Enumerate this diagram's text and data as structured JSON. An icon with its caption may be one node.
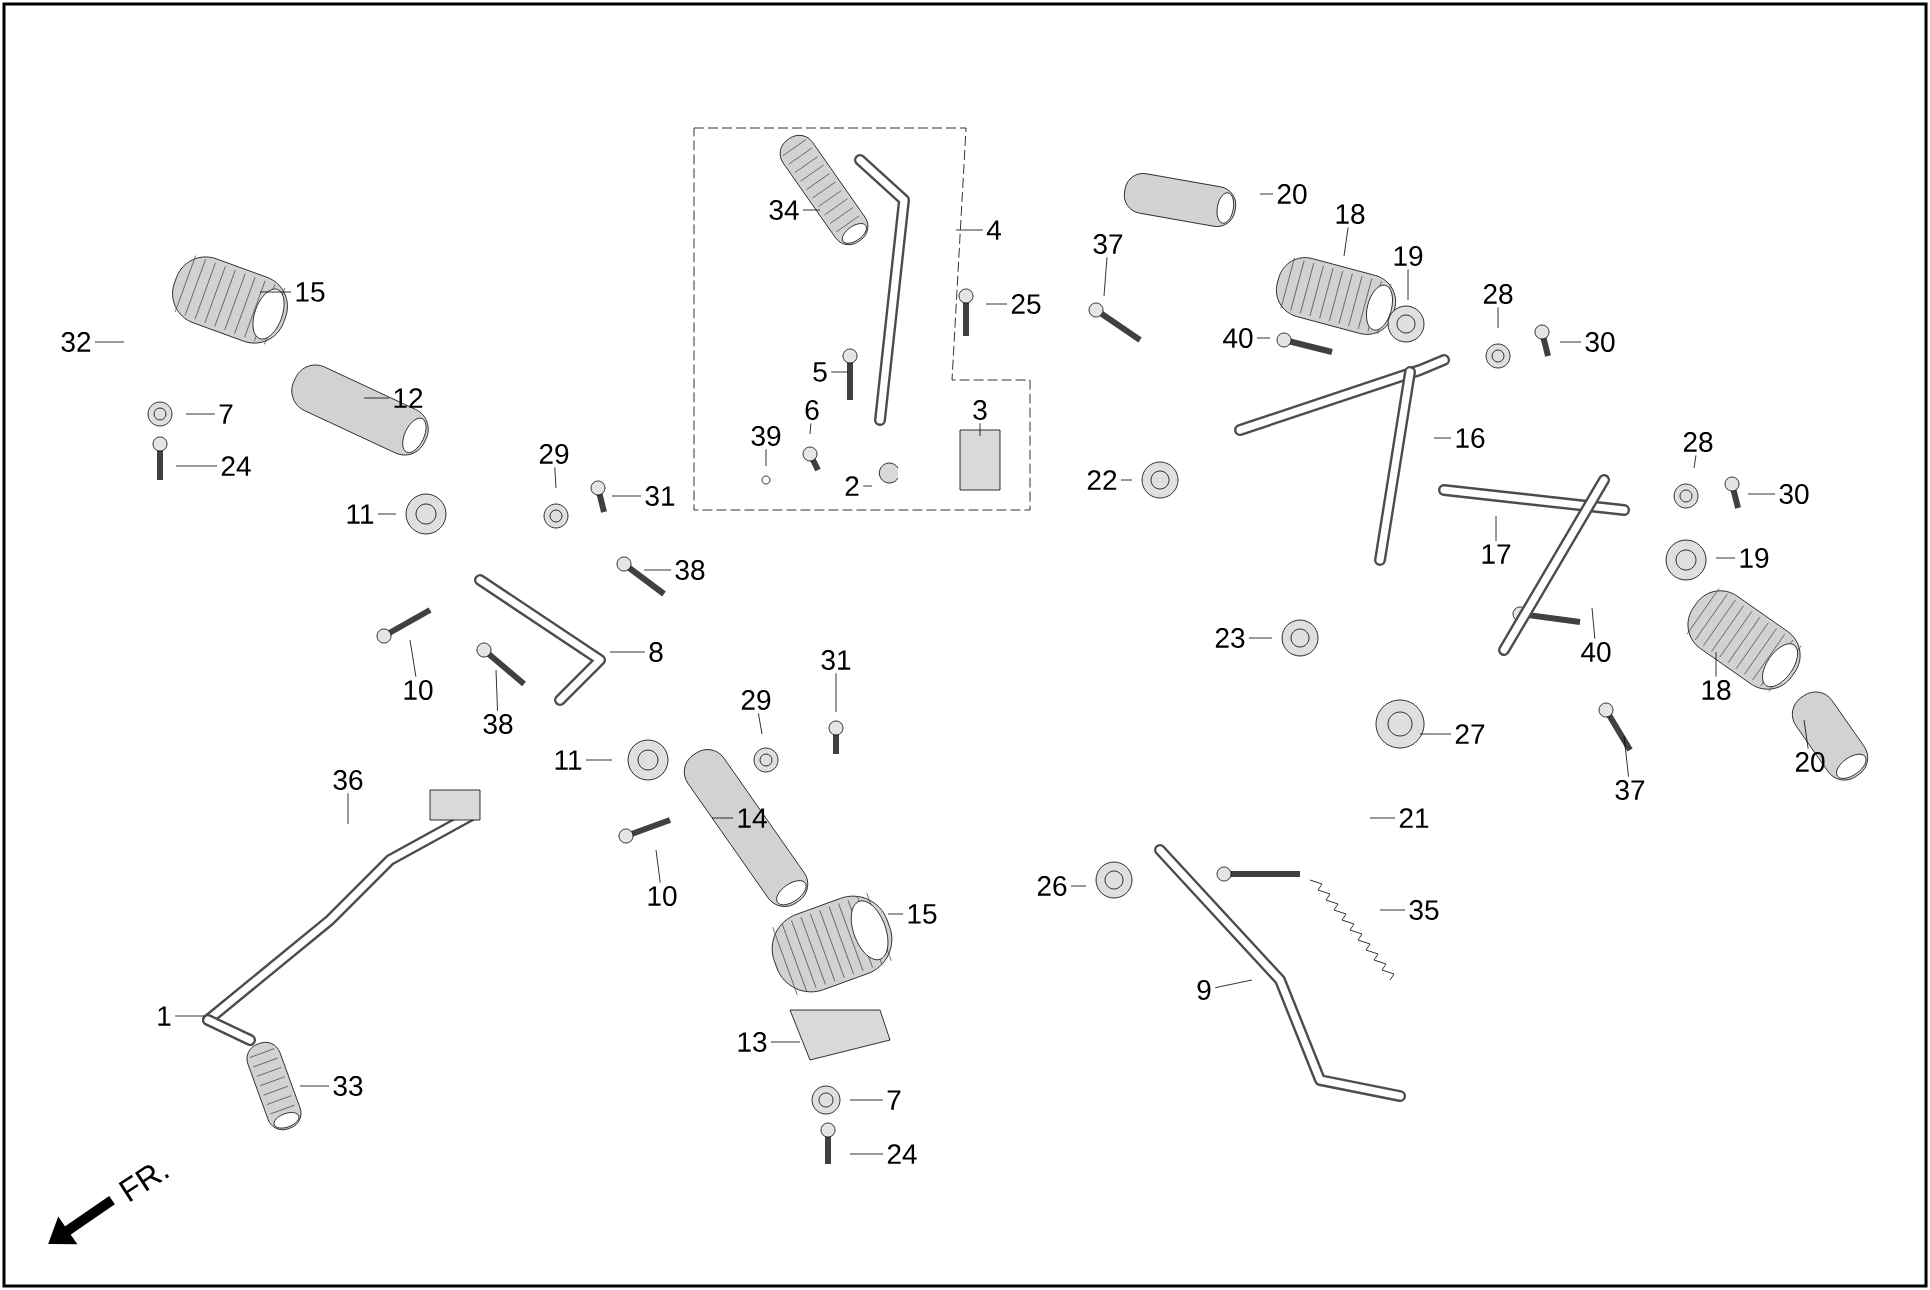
{
  "diagram": {
    "nodes": [
      {
        "text": [
          "15"
        ]
      },
      {
        "text": [
          "32"
        ]
      },
      {
        "text": [
          "12"
        ]
      },
      {
        "text": [
          "7"
        ]
      },
      {
        "text": [
          "24"
        ]
      },
      {
        "text": [
          "11"
        ]
      },
      {
        "text": [
          "29"
        ]
      },
      {
        "text": [
          "31"
        ]
      },
      {
        "text": [
          "38"
        ]
      },
      {
        "text": [
          "8"
        ]
      },
      {
        "text": [
          "10"
        ]
      },
      {
        "text": [
          "38"
        ]
      },
      {
        "text": [
          "34"
        ]
      },
      {
        "text": [
          "4"
        ]
      },
      {
        "text": [
          "25"
        ]
      },
      {
        "text": [
          "5"
        ]
      },
      {
        "text": [
          "3"
        ]
      },
      {
        "text": [
          "6"
        ]
      },
      {
        "text": [
          "39"
        ]
      },
      {
        "text": [
          "2"
        ]
      },
      {
        "text": [
          "20"
        ]
      },
      {
        "text": [
          "18"
        ]
      },
      {
        "text": [
          "37"
        ]
      },
      {
        "text": [
          "19"
        ]
      },
      {
        "text": [
          "40"
        ]
      },
      {
        "text": [
          "28"
        ]
      },
      {
        "text": [
          "30"
        ]
      },
      {
        "text": [
          "16"
        ]
      },
      {
        "text": [
          "22"
        ]
      },
      {
        "text": [
          "28"
        ]
      },
      {
        "text": [
          "30"
        ]
      },
      {
        "text": [
          "17"
        ]
      },
      {
        "text": [
          "19"
        ]
      },
      {
        "text": [
          "23"
        ]
      },
      {
        "text": [
          "40"
        ]
      },
      {
        "text": [
          "18"
        ]
      },
      {
        "text": [
          "27"
        ]
      },
      {
        "text": [
          "37"
        ]
      },
      {
        "text": [
          "20"
        ]
      },
      {
        "text": [
          "31"
        ]
      },
      {
        "text": [
          "29"
        ]
      },
      {
        "text": [
          "11"
        ]
      },
      {
        "text": [
          "36"
        ]
      },
      {
        "text": [
          "14"
        ]
      },
      {
        "text": [
          "21"
        ]
      },
      {
        "text": [
          "10"
        ]
      },
      {
        "text": [
          "26"
        ]
      },
      {
        "text": [
          "35"
        ]
      },
      {
        "text": [
          "15"
        ]
      },
      {
        "text": [
          "1"
        ]
      },
      {
        "text": [
          "9"
        ]
      },
      {
        "text": [
          "13"
        ]
      },
      {
        "text": [
          "33"
        ]
      },
      {
        "text": [
          "7"
        ]
      },
      {
        "text": [
          "24"
        ]
      }
    ],
    "edges": [
      {
        "from": 0,
        "to": null,
        "arrow": "none"
      },
      {
        "from": 1,
        "to": null,
        "arrow": "none"
      },
      {
        "from": 2,
        "to": null,
        "arrow": "none"
      },
      {
        "from": 3,
        "to": null,
        "arrow": "none"
      },
      {
        "from": 4,
        "to": null,
        "arrow": "none"
      },
      {
        "from": 5,
        "to": null,
        "arrow": "none"
      },
      {
        "from": 6,
        "to": null,
        "arrow": "none"
      },
      {
        "from": 7,
        "to": null,
        "arrow": "none"
      },
      {
        "from": 8,
        "to": null,
        "arrow": "none"
      },
      {
        "from": 9,
        "to": null,
        "arrow": "none"
      },
      {
        "from": 10,
        "to": null,
        "arrow": "none"
      },
      {
        "from": 11,
        "to": null,
        "arrow": "none"
      },
      {
        "from": 12,
        "to": null,
        "arrow": "none"
      },
      {
        "from": 13,
        "to": null,
        "arrow": "none"
      },
      {
        "from": 14,
        "to": null,
        "arrow": "none"
      },
      {
        "from": 15,
        "to": null,
        "arrow": "none"
      },
      {
        "from": 16,
        "to": null,
        "arrow": "none"
      },
      {
        "from": 17,
        "to": null,
        "arrow": "none"
      },
      {
        "from": 18,
        "to": null,
        "arrow": "none"
      },
      {
        "from": 19,
        "to": null,
        "arrow": "none"
      },
      {
        "from": 20,
        "to": null,
        "arrow": "none"
      },
      {
        "from": 21,
        "to": null,
        "arrow": "none"
      },
      {
        "from": 22,
        "to": null,
        "arrow": "none"
      },
      {
        "from": 23,
        "to": null,
        "arrow": "none"
      },
      {
        "from": 24,
        "to": null,
        "arrow": "none"
      },
      {
        "from": 25,
        "to": null,
        "arrow": "none"
      },
      {
        "from": 26,
        "to": null,
        "arrow": "none"
      },
      {
        "from": 27,
        "to": null,
        "arrow": "none"
      },
      {
        "from": 28,
        "to": null,
        "arrow": "none"
      },
      {
        "from": 29,
        "to": null,
        "arrow": "none"
      },
      {
        "from": 30,
        "to": null,
        "arrow": "none"
      },
      {
        "from": 31,
        "to": null,
        "arrow": "none"
      },
      {
        "from": 32,
        "to": null,
        "arrow": "none"
      },
      {
        "from": 33,
        "to": null,
        "arrow": "none"
      },
      {
        "from": 34,
        "to": null,
        "arrow": "none"
      },
      {
        "from": 35,
        "to": null,
        "arrow": "none"
      },
      {
        "from": 36,
        "to": null,
        "arrow": "none"
      },
      {
        "from": 37,
        "to": null,
        "arrow": "none"
      },
      {
        "from": 38,
        "to": null,
        "arrow": "none"
      },
      {
        "from": 39,
        "to": null,
        "arrow": "none"
      },
      {
        "from": 40,
        "to": null,
        "arrow": "none"
      },
      {
        "from": 41,
        "to": null,
        "arrow": "none"
      },
      {
        "from": 42,
        "to": null,
        "arrow": "none"
      },
      {
        "from": 43,
        "to": null,
        "arrow": "none"
      },
      {
        "from": 44,
        "to": null,
        "arrow": "none"
      },
      {
        "from": 45,
        "to": null,
        "arrow": "none"
      },
      {
        "from": 46,
        "to": null,
        "arrow": "none"
      },
      {
        "from": 47,
        "to": null,
        "arrow": "none"
      },
      {
        "from": 48,
        "to": null,
        "arrow": "none"
      },
      {
        "from": 49,
        "to": null,
        "arrow": "none"
      },
      {
        "from": 50,
        "to": null,
        "arrow": "none"
      },
      {
        "from": 51,
        "to": null,
        "arrow": "none"
      },
      {
        "from": 52,
        "to": null,
        "arrow": "none"
      },
      {
        "from": 53,
        "to": null,
        "arrow": "none"
      },
      {
        "from": 54,
        "to": null,
        "arrow": "none"
      }
    ],
    "labels": [
      "FR."
    ]
  }
}
